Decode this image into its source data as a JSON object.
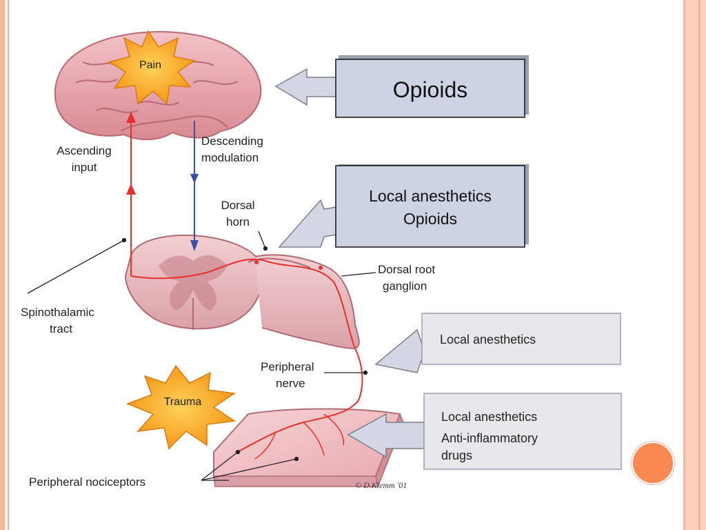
{
  "diagram": {
    "labels": {
      "pain": "Pain",
      "trauma": "Trauma",
      "ascending_line1": "Ascending",
      "ascending_line2": "input",
      "descending_line1": "Descending",
      "descending_line2": "modulation",
      "dorsal_horn_line1": "Dorsal",
      "dorsal_horn_line2": "horn",
      "dorsal_root_line1": "Dorsal root",
      "dorsal_root_line2": "ganglion",
      "spinothalamic_line1": "Spinothalamic",
      "spinothalamic_line2": "tract",
      "peripheral_nerve_line1": "Peripheral",
      "peripheral_nerve_line2": "nerve",
      "peripheral_nociceptors": "Peripheral nociceptors",
      "copyright": "© D.Klemm '01"
    },
    "drug_boxes": {
      "box1": "Opioids",
      "box2_line1": "Local anesthetics",
      "box2_line2": "Opioids",
      "box3": "Local anesthetics",
      "box4_line1": "Local anesthetics",
      "box4_line2": "Anti-inflammatory",
      "box4_line3": "drugs"
    },
    "colors": {
      "ascending": "#e8302a",
      "descending": "#3b4ea8",
      "brain": "#e9a6ac",
      "starburst": "#f7a823",
      "box_fill": "#cdd3e2",
      "accent": "#fb8a52"
    }
  }
}
